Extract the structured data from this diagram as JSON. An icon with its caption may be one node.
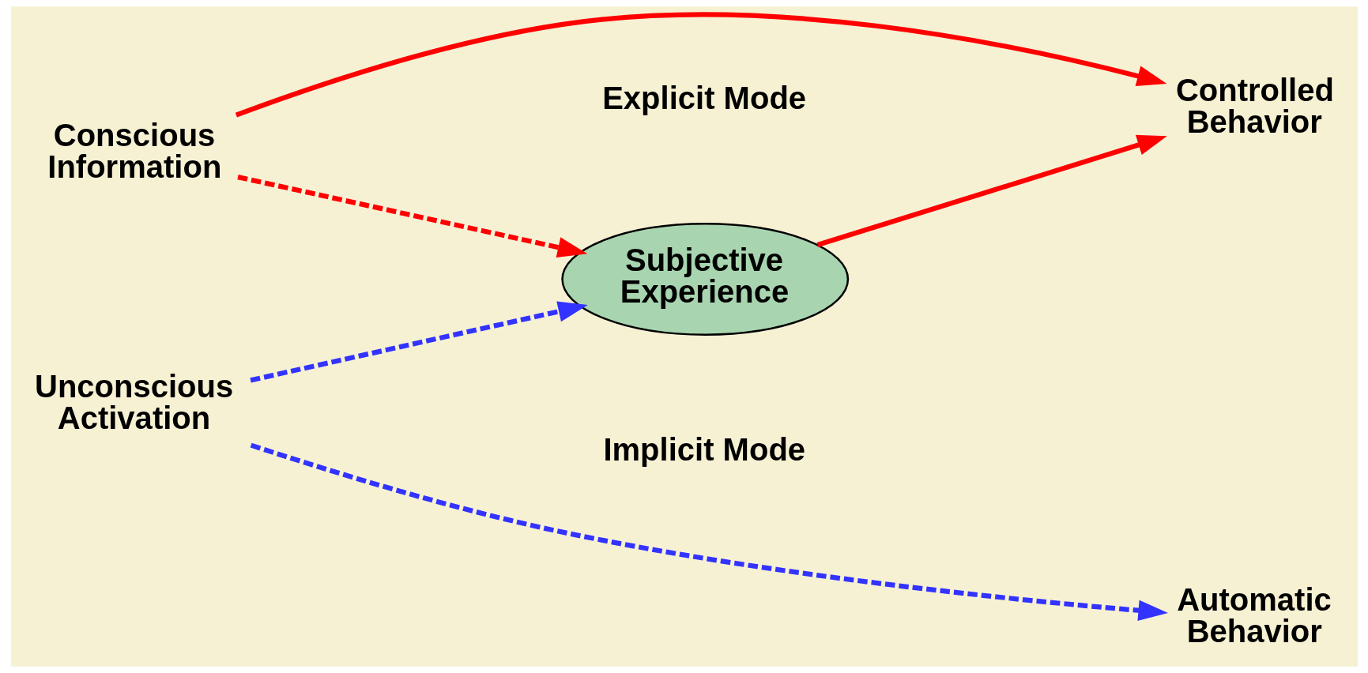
{
  "diagram": {
    "nodes": [
      {
        "text": [
          "Conscious Information"
        ]
      },
      {
        "text": [
          "Controlled Behavior"
        ]
      },
      {
        "text": [
          "Subjective Experience"
        ]
      },
      {
        "text": [
          "Unconscious Activation"
        ]
      },
      {
        "text": [
          "Automatic Behavior"
        ]
      }
    ],
    "edges": [
      {
        "from": 0,
        "to": 1,
        "arrow": "to",
        "color": "#ff0000"
      },
      {
        "from": 0,
        "to": 2,
        "arrow": "to",
        "style": "dashed",
        "color": "#ff0000"
      },
      {
        "from": 2,
        "to": 1,
        "arrow": "to",
        "color": "#ff0000"
      },
      {
        "from": 3,
        "to": 2,
        "arrow": "to",
        "style": "dashed",
        "color": "#3333ff"
      },
      {
        "from": 3,
        "to": 4,
        "arrow": "to",
        "style": "dashed",
        "color": "#3333ff"
      }
    ],
    "labels": [
      "Explicit Mode",
      "Implicit Mode"
    ]
  }
}
